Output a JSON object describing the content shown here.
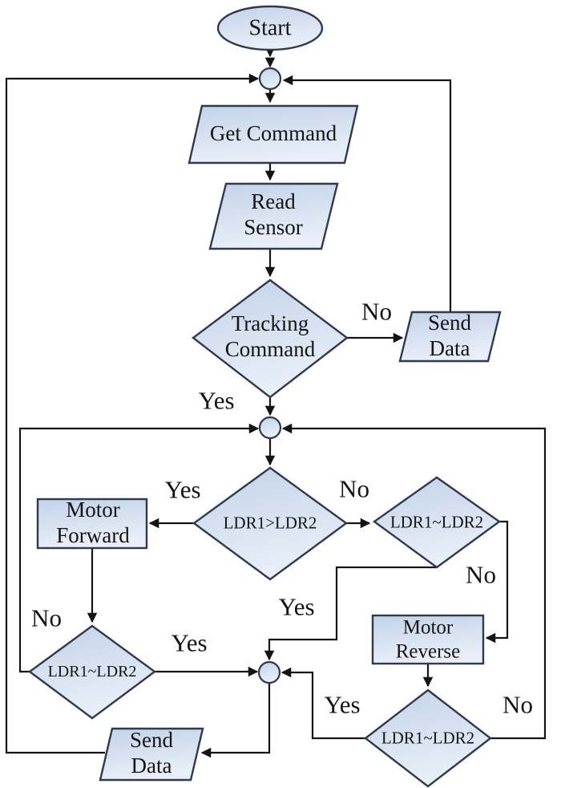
{
  "diagram": {
    "type": "flowchart",
    "background": "#ffffff",
    "colors": {
      "shape_fill_top": "#c5d5ea",
      "shape_fill_bottom": "#e9eff8",
      "shape_border": "#2e3b4e",
      "connector": "#141414",
      "text": "#141414"
    },
    "nodes": {
      "start": {
        "type": "terminator",
        "label": "Start"
      },
      "get_command": {
        "type": "input_output",
        "label": "Get Command"
      },
      "read_sensor": {
        "type": "input_output",
        "lines": [
          "Read",
          "Sensor"
        ]
      },
      "tracking_command": {
        "type": "decision",
        "lines": [
          "Tracking",
          "Command"
        ]
      },
      "send_data_top": {
        "type": "input_output",
        "lines": [
          "Send",
          "Data"
        ]
      },
      "ldr_compare": {
        "type": "decision",
        "label": "LDR1>LDR2"
      },
      "motor_forward": {
        "type": "process",
        "lines": [
          "Motor",
          "Forward"
        ]
      },
      "ldr_settle_left": {
        "type": "decision",
        "label": "LDR1~LDR2"
      },
      "ldr_settle_mid": {
        "type": "decision",
        "label": "LDR1~LDR2"
      },
      "motor_reverse": {
        "type": "process",
        "lines": [
          "Motor",
          "Reverse"
        ]
      },
      "ldr_settle_bottom": {
        "type": "decision",
        "label": "LDR1~LDR2"
      },
      "send_data_bottom": {
        "type": "input_output",
        "lines": [
          "Send",
          "Data"
        ]
      }
    },
    "edge_labels": {
      "tracking_no": "No",
      "tracking_yes": "Yes",
      "compare_yes": "Yes",
      "compare_no": "No",
      "settle_left_no": "No",
      "settle_left_yes": "Yes",
      "settle_mid_yes": "Yes",
      "settle_mid_no": "No",
      "settle_bottom_yes": "Yes",
      "settle_bottom_no": "No"
    }
  }
}
